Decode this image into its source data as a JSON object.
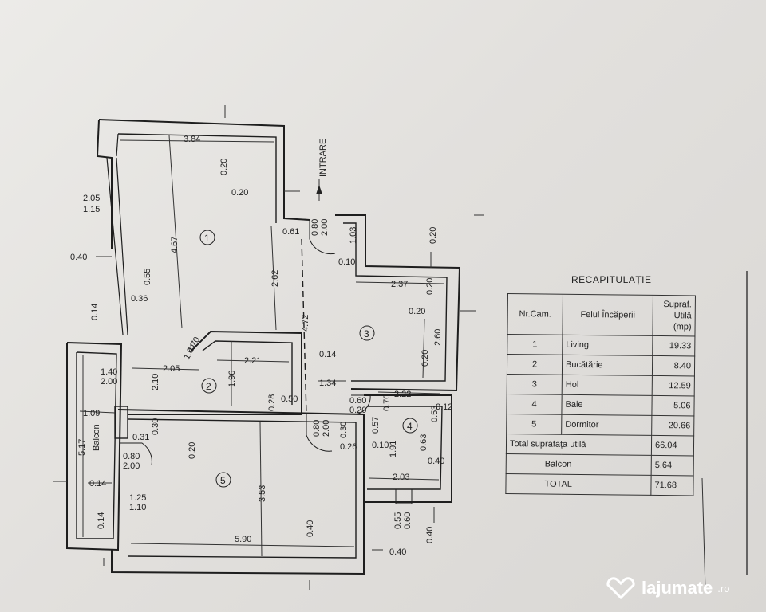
{
  "plan": {
    "entrance": "INTRARE",
    "rooms": [
      "1",
      "2",
      "3",
      "4",
      "5"
    ],
    "balcony": "Balcon",
    "dims": {
      "d384": "3.84",
      "d020a": "0.20",
      "d020b": "0.20",
      "d467": "4.67",
      "d262": "2.62",
      "d472": "4.72",
      "d061": "0.61",
      "d080a": "0.80",
      "d200a": "2.00",
      "d103": "1.03",
      "d010a": "0.10",
      "d020c": "0.20",
      "d237": "2.37",
      "d020d": "0.20",
      "d260": "2.60",
      "d020e": "0.20",
      "d014a": "0.14",
      "d221": "2.21",
      "d196": "1.96",
      "d070a": "0.70",
      "d141": "1.41",
      "d205a": "2.05",
      "d210": "2.10",
      "d205b": "2.05",
      "d115": "1.15",
      "d040a": "0.40",
      "d055a": "0.55",
      "d036": "0.36",
      "d014b": "0.14",
      "d140": "1.40",
      "d200b": "2.00",
      "d109": "1.09",
      "d517": "5.17",
      "d030a": "0.30",
      "d031": "0.31",
      "d020f": "0.20",
      "d028": "0.28",
      "d050": "0.50",
      "d080b": "0.80",
      "d200c": "2.00",
      "d030b": "0.30",
      "d026": "0.26",
      "d134": "1.34",
      "d060a": "0.60",
      "d020g": "0.20",
      "d070b": "0.70",
      "d222": "2.22",
      "d012": "0.12",
      "d057": "0.57",
      "d010b": "0.10",
      "d053": "0.53",
      "d063": "0.63",
      "d040b": "0.40",
      "d191": "1.91",
      "d080c": "0.80",
      "d200d": "2.00",
      "d014c": "0.14",
      "d353": "3.53",
      "d125": "1.25",
      "d110": "1.10",
      "d014d": "0.14",
      "d590": "5.90",
      "d040c": "0.40",
      "d203": "2.03",
      "d055b": "0.55",
      "d060b": "0.60",
      "d040d": "0.40",
      "d040e": "0.40",
      "d020h": "0.20"
    }
  },
  "recap": {
    "title": "RECAPITULAȚIE",
    "headers": {
      "nr": "Nr.Cam.",
      "felul": "Felul Încăperii",
      "supraf": "Supraf. Utilă (mp)"
    },
    "rows": [
      {
        "nr": "1",
        "name": "Living",
        "area": "19.33"
      },
      {
        "nr": "2",
        "name": "Bucătărie",
        "area": "8.40"
      },
      {
        "nr": "3",
        "name": "Hol",
        "area": "12.59"
      },
      {
        "nr": "4",
        "name": "Baie",
        "area": "5.06"
      },
      {
        "nr": "5",
        "name": "Dormitor",
        "area": "20.66"
      }
    ],
    "totals": [
      {
        "label": "Total suprafața utilă",
        "value": "66.04"
      },
      {
        "label": "Balcon",
        "value": "5.64"
      },
      {
        "label": "TOTAL",
        "value": "71.68"
      }
    ]
  },
  "watermark": {
    "text": "lajumate",
    "suffix": ".ro"
  }
}
